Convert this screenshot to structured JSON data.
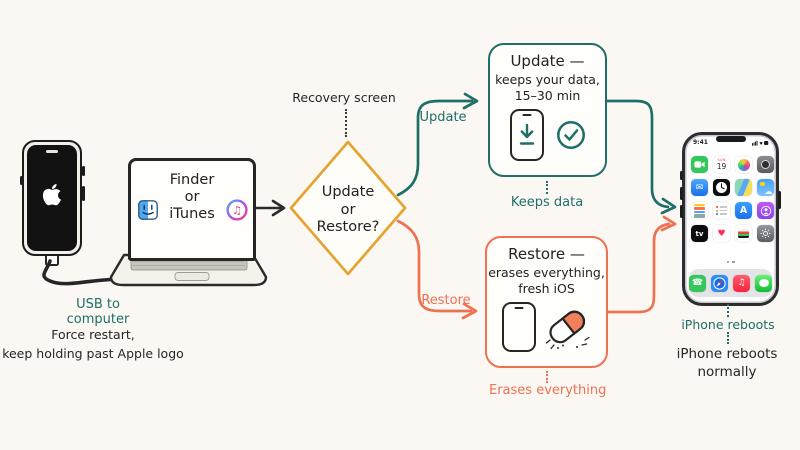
{
  "palette": {
    "background": "#FBF7F2",
    "ink": "#2A2A2A",
    "teal": "#1E6F68",
    "coral": "#EE7152",
    "gold": "#E3A42F"
  },
  "source_phone": {
    "usb_caption": "USB to computer",
    "note_line1": "Force restart,",
    "note_line2": "keep holding past Apple logo"
  },
  "laptop": {
    "screen_line1": "Finder",
    "screen_line2": "or",
    "screen_line3": "iTunes"
  },
  "decision": {
    "pre_label": "Recovery screen",
    "line1": "Update",
    "line2": "or",
    "line3": "Restore?"
  },
  "branches": {
    "update_label": "Update",
    "restore_label": "Restore"
  },
  "update_box": {
    "line1": "Update —",
    "line2": "keeps your data,",
    "line3": "15–30 min",
    "caption": "Keeps data"
  },
  "restore_box": {
    "line1": "Restore —",
    "line2": "erases everything,",
    "line3": "fresh iOS",
    "caption": "Erases everything"
  },
  "result_phone": {
    "status_time": "9:41",
    "calendar_weekday": "SUN",
    "calendar_day": "19",
    "appletv_label": "tv",
    "appstore_letter": "A",
    "caption_reboot": "iPhone reboots",
    "caption_final_line1": "iPhone reboots",
    "caption_final_line2": "normally"
  },
  "icons": {
    "itunes_note": "♫",
    "mail_envelope": "✉",
    "weather_cloud": "☁",
    "music_note": "♫",
    "health_heart": "♥",
    "phone_handset": "☎"
  }
}
